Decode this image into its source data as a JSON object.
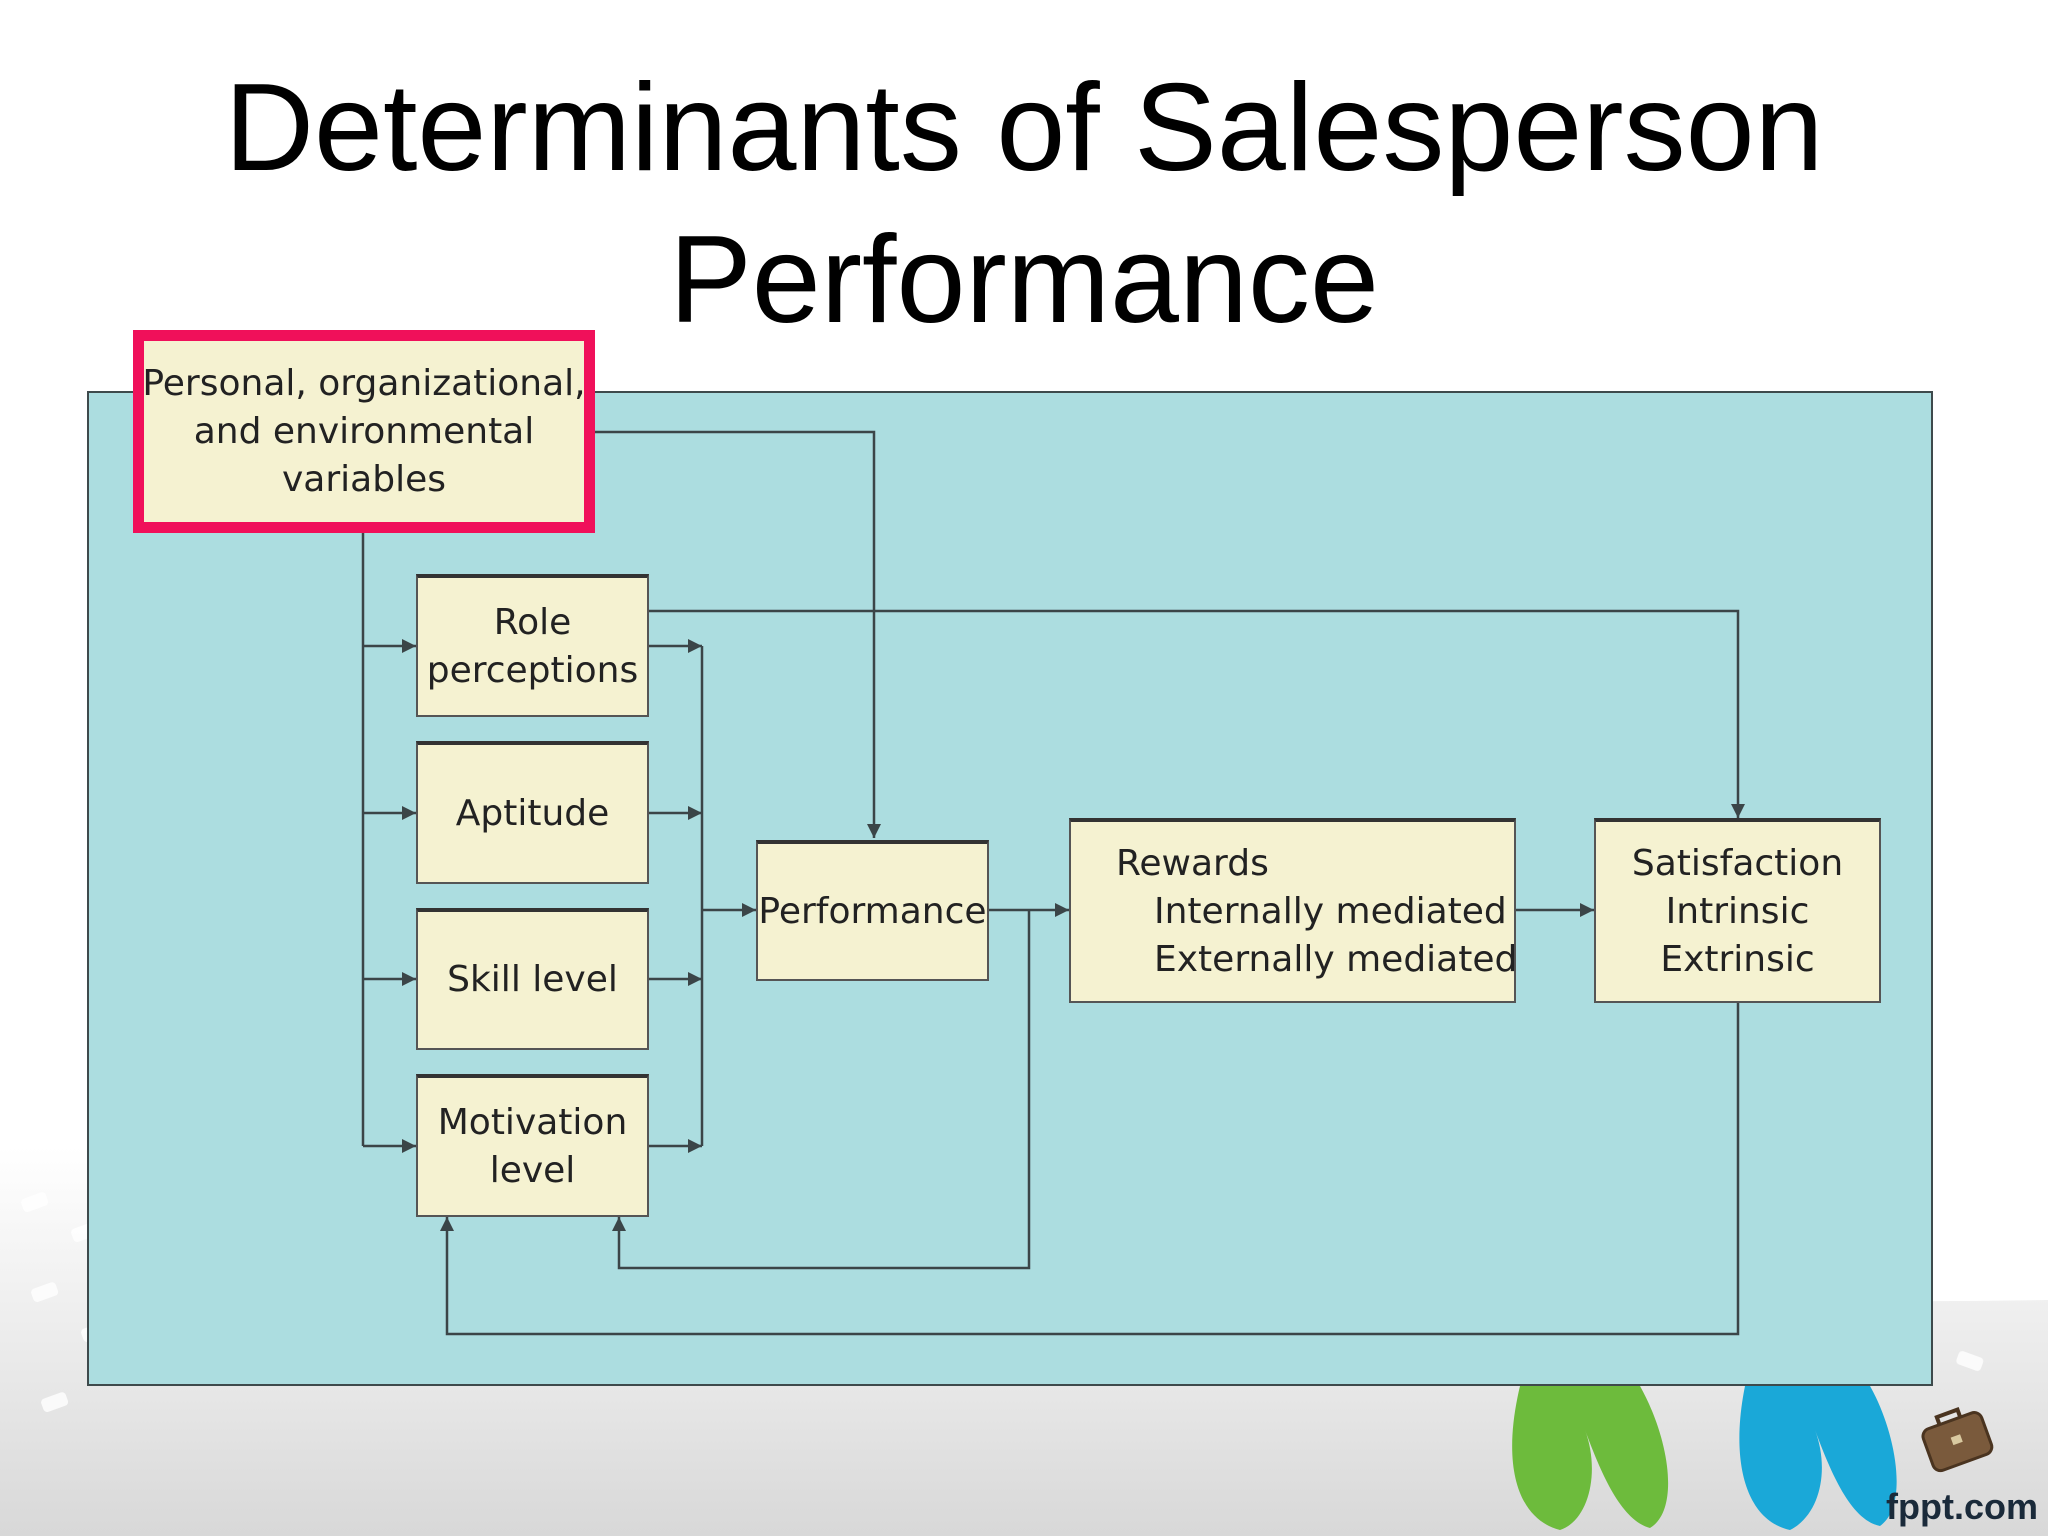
{
  "title": {
    "line1": "Determinants of Salesperson",
    "line2": "Performance"
  },
  "diagram": {
    "variables": {
      "line1": "Personal, organizational,",
      "line2": "and environmental",
      "line3": "variables"
    },
    "role": {
      "line1": "Role",
      "line2": "perceptions"
    },
    "aptitude": {
      "line1": "Aptitude"
    },
    "skill": {
      "line1": "Skill level"
    },
    "motivation": {
      "line1": "Motivation",
      "line2": "level"
    },
    "performance": {
      "line1": "Performance"
    },
    "rewards": {
      "line1": "Rewards",
      "line2": "Internally mediated",
      "line3": "Externally mediated"
    },
    "satisfaction": {
      "line1": "Satisfaction",
      "line2": "Intrinsic",
      "line3": "Extrinsic"
    }
  },
  "colors": {
    "panel": "#acdde0",
    "box": "#f5f2d1",
    "highlight": "#f0105a",
    "wire": "#3b4548"
  },
  "watermark": "fppt.com",
  "icons": [
    "briefcase-icon"
  ]
}
